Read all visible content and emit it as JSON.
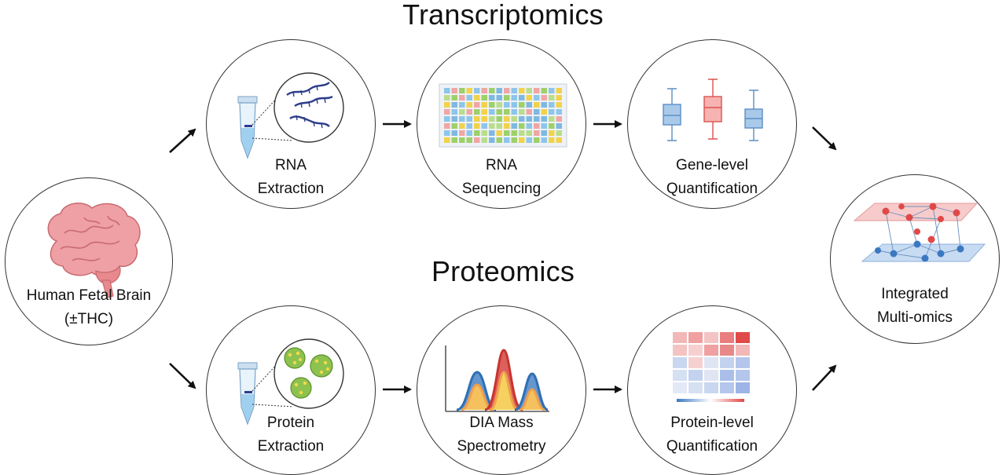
{
  "titles": {
    "transcriptomics": "Transcriptomics",
    "proteomics": "Proteomics"
  },
  "nodes": {
    "brain": {
      "line1": "Human Fetal Brain",
      "line2": "(±THC)",
      "icon": "brain-icon"
    },
    "rna_extraction": {
      "line1": "RNA",
      "line2": "Extraction",
      "icon": "tube-rna-icon"
    },
    "rna_sequencing": {
      "line1": "RNA",
      "line2": "Sequencing",
      "icon": "sequence-grid-icon"
    },
    "gene_quant": {
      "line1": "Gene-level",
      "line2": "Quantification",
      "icon": "boxplot-icon"
    },
    "protein_extraction": {
      "line1": "Protein",
      "line2": "Extraction",
      "icon": "tube-protein-icon"
    },
    "dia_ms": {
      "line1": "DIA Mass",
      "line2": "Spectrometry",
      "icon": "spectrum-peaks-icon"
    },
    "protein_quant": {
      "line1": "Protein-level",
      "line2": "Quantification",
      "icon": "heatmap-icon"
    },
    "integrated": {
      "line1": "Integrated",
      "line2": "Multi-omics",
      "icon": "network-layers-icon"
    }
  },
  "colors": {
    "blue": "#4a7fc0",
    "red": "#e05a5a",
    "green": "#7fb43c",
    "yellow": "#f2d24b",
    "orange": "#f0a14a",
    "brain_pink": "#ef9fa3"
  }
}
